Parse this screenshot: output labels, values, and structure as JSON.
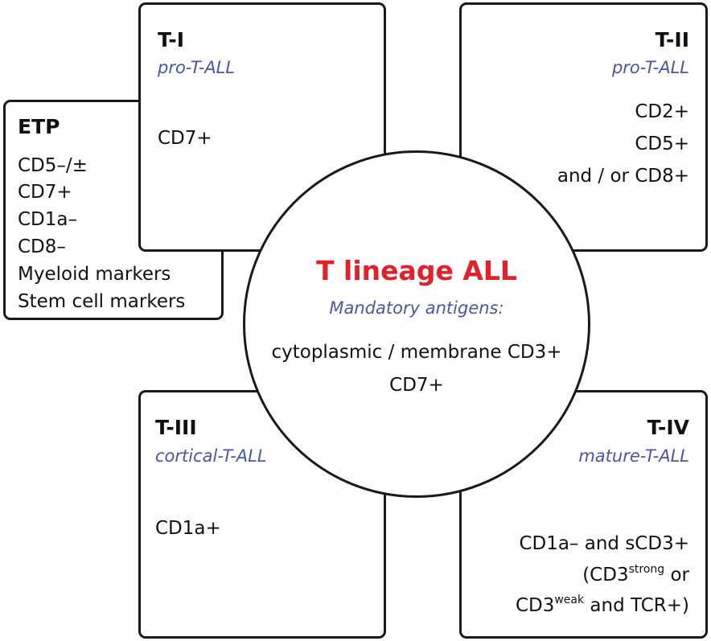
{
  "etp": {
    "title": "ETP",
    "markers": [
      "CD5–/±",
      "CD7+",
      "CD1a–",
      "CD8–",
      "Myeloid markers",
      "Stem cell markers"
    ]
  },
  "t1": {
    "title": "T-I",
    "subtitle": "pro-T-ALL",
    "markers": [
      "CD7+"
    ]
  },
  "t2": {
    "title": "T-II",
    "subtitle": "pro-T-ALL",
    "markers": [
      "CD2+",
      "CD5+",
      "and / or CD8+"
    ]
  },
  "t3": {
    "title": "T-III",
    "subtitle": "cortical-T-ALL",
    "markers": [
      "CD1a+"
    ]
  },
  "t4": {
    "title": "T-IV",
    "subtitle": "mature-T-ALL",
    "line1": "CD1a– and sCD3+",
    "line2_prefix": "(CD3",
    "line2_sup": "strong",
    "line2_suffix": " or",
    "line3_prefix": "CD3",
    "line3_sup": "weak",
    "line3_suffix": " and TCR+)"
  },
  "center": {
    "title": "T lineage ALL",
    "subtitle": "Mandatory antigens:",
    "lines": [
      "cytoplasmic / membrane CD3+",
      "CD7+"
    ]
  },
  "colors": {
    "title_red": "#e4202a",
    "subtitle_blue": "#4a55a8",
    "border": "#1a1a1a"
  }
}
